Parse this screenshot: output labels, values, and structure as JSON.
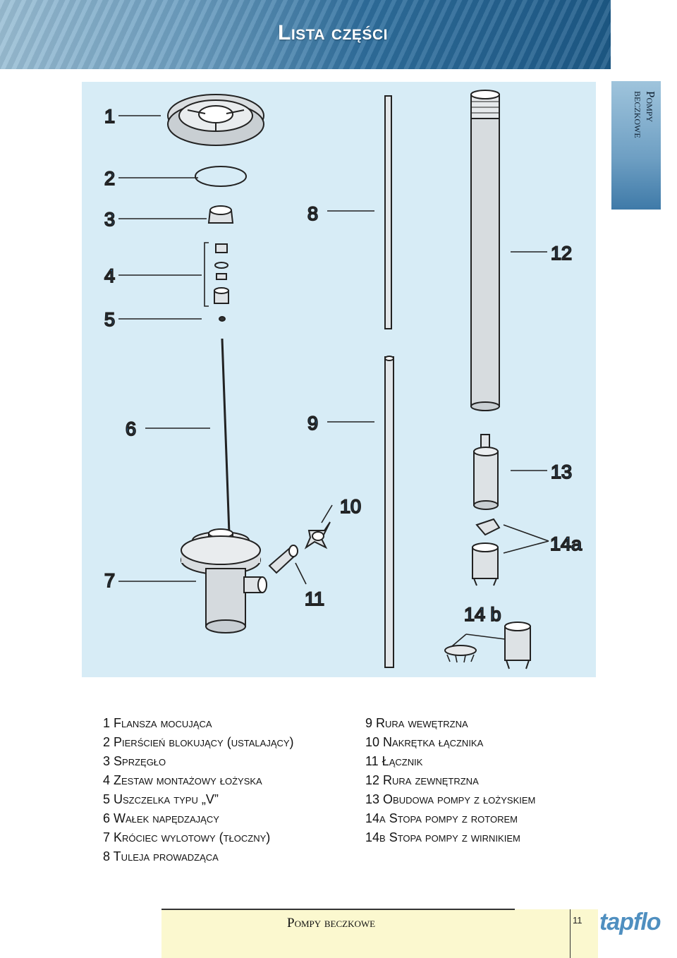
{
  "header": {
    "title": "Lista części"
  },
  "side_tab": {
    "label_line1": "Pompy",
    "label_line2": "beczkowe"
  },
  "diagram": {
    "callouts": [
      "1",
      "2",
      "3",
      "4",
      "5",
      "6",
      "7",
      "8",
      "9",
      "10",
      "11",
      "12",
      "13",
      "14a",
      "14 b"
    ]
  },
  "parts_left": [
    "1 Flansza mocująca",
    "2 Pierścień blokujący (ustalający)",
    "3 Sprzęgło",
    "4 Zestaw montażowy łożyska",
    "5 Uszczelka typu „V”",
    "6 Wałek napędzający",
    "7 Króciec wylotowy (tłoczny)",
    "8 Tuleja prowadząca"
  ],
  "parts_right": [
    "9 Rura wewętrzna",
    "10 Nakrętka łącznika",
    "11 Łącznik",
    "12 Rura zewnętrzna",
    "13 Obudowa pompy z łożyskiem",
    "14a Stopa pompy z rotorem",
    "14b Stopa pompy z wirnikiem"
  ],
  "footer": {
    "title": "Pompy beczkowe",
    "page": "11",
    "logo": "tapflo"
  },
  "colors": {
    "callout": "#1f6aa5",
    "diagram_bg": "#d7ecf6",
    "footer_bg": "#fbf8cf",
    "logo": "#4f8fc0"
  }
}
